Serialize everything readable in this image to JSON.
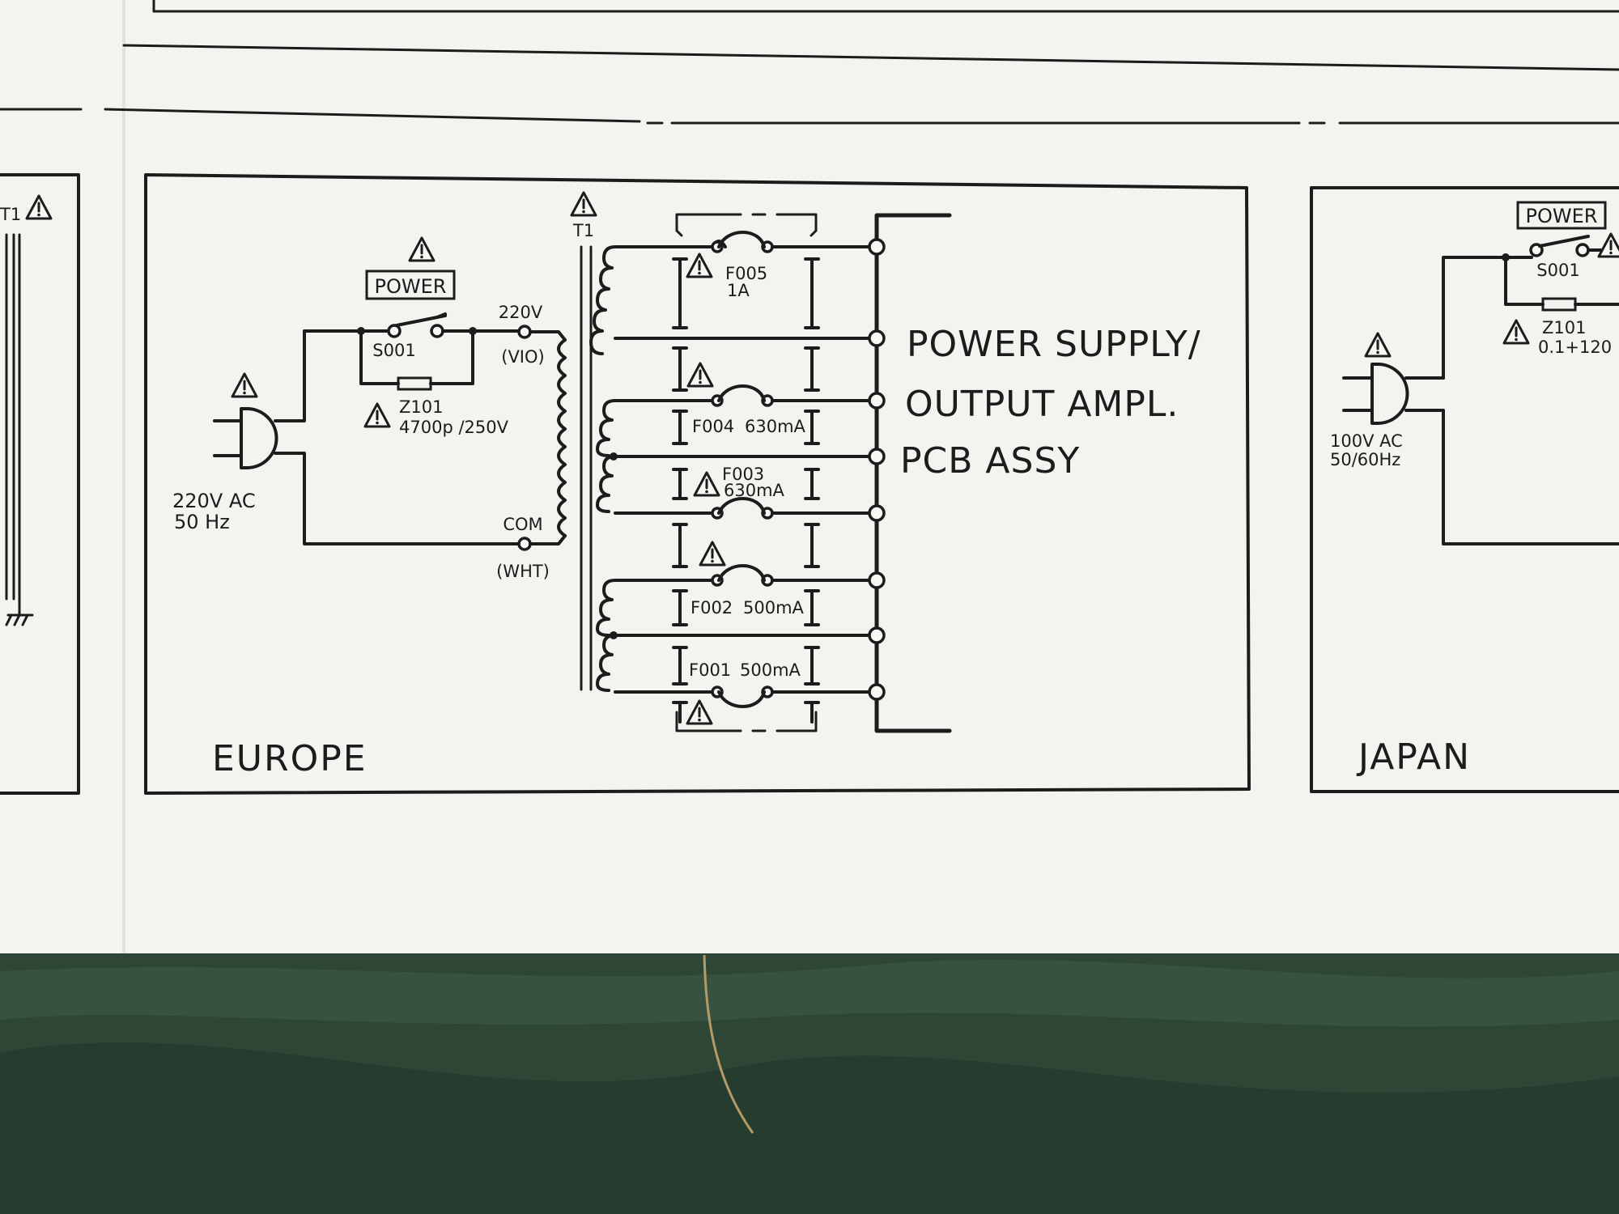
{
  "diagram": {
    "regions": {
      "europe": "EUROPE",
      "japan": "JAPAN"
    },
    "europe": {
      "power_label": "POWER",
      "switch_id": "S001",
      "capacitor_id": "Z101",
      "capacitor_value": "4700p /250V",
      "input_voltage": "220V AC",
      "input_freq": "50 Hz",
      "tap_220v": "220V",
      "tap_220v_wire": "(VIO)",
      "tap_com": "COM",
      "tap_com_wire": "(WHT)",
      "transformer_id": "T1",
      "fuses": [
        {
          "id": "F005",
          "rating": "1A"
        },
        {
          "id": "F004",
          "rating": "630mA"
        },
        {
          "id": "F003",
          "rating": "630mA"
        },
        {
          "id": "F002",
          "rating": "500mA"
        },
        {
          "id": "F001",
          "rating": "500mA"
        }
      ],
      "board_line1": "POWER SUPPLY/",
      "board_line2": "OUTPUT AMPL.",
      "board_line3": "PCB  ASSY"
    },
    "japan": {
      "power_label": "POWER",
      "switch_id": "S001",
      "capacitor_id": "Z101",
      "capacitor_value": "0.1+120",
      "input_voltage": "100V AC",
      "input_freq": "50/60Hz"
    },
    "left_fragment": {
      "transformer_id": "T1"
    }
  }
}
